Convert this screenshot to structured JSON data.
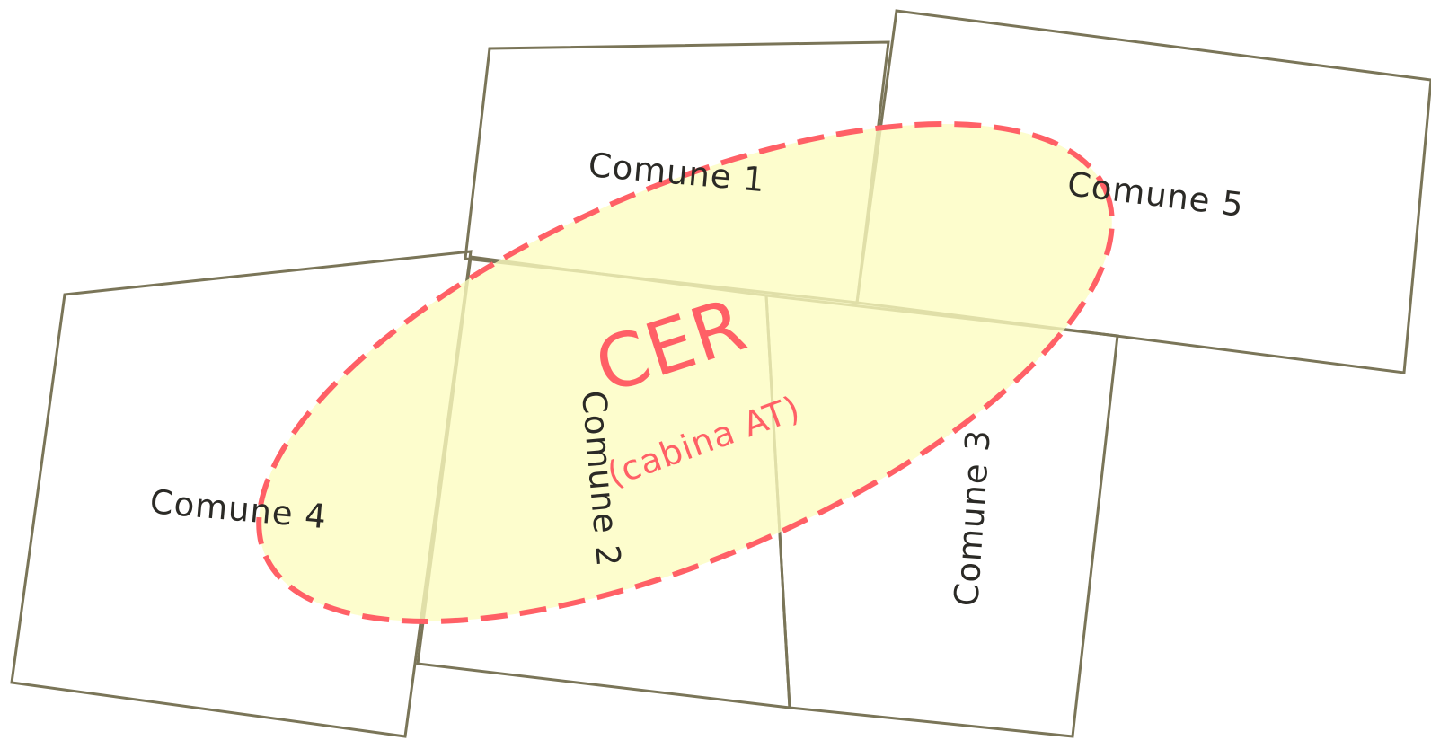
{
  "colors": {
    "zone_fill": "#fdfdbf",
    "zone_stroke": "#ff6066",
    "box_stroke": "#7a7558",
    "label_text": "#2b2a26"
  },
  "comuni": [
    {
      "id": "comune-1",
      "label": "Comune 1"
    },
    {
      "id": "comune-2",
      "label": "Comune 2"
    },
    {
      "id": "comune-3",
      "label": "Comune 3"
    },
    {
      "id": "comune-4",
      "label": "Comune 4"
    },
    {
      "id": "comune-5",
      "label": "Comune 5"
    }
  ],
  "cer": {
    "title": "CER",
    "subtitle": "(cabina AT)"
  }
}
